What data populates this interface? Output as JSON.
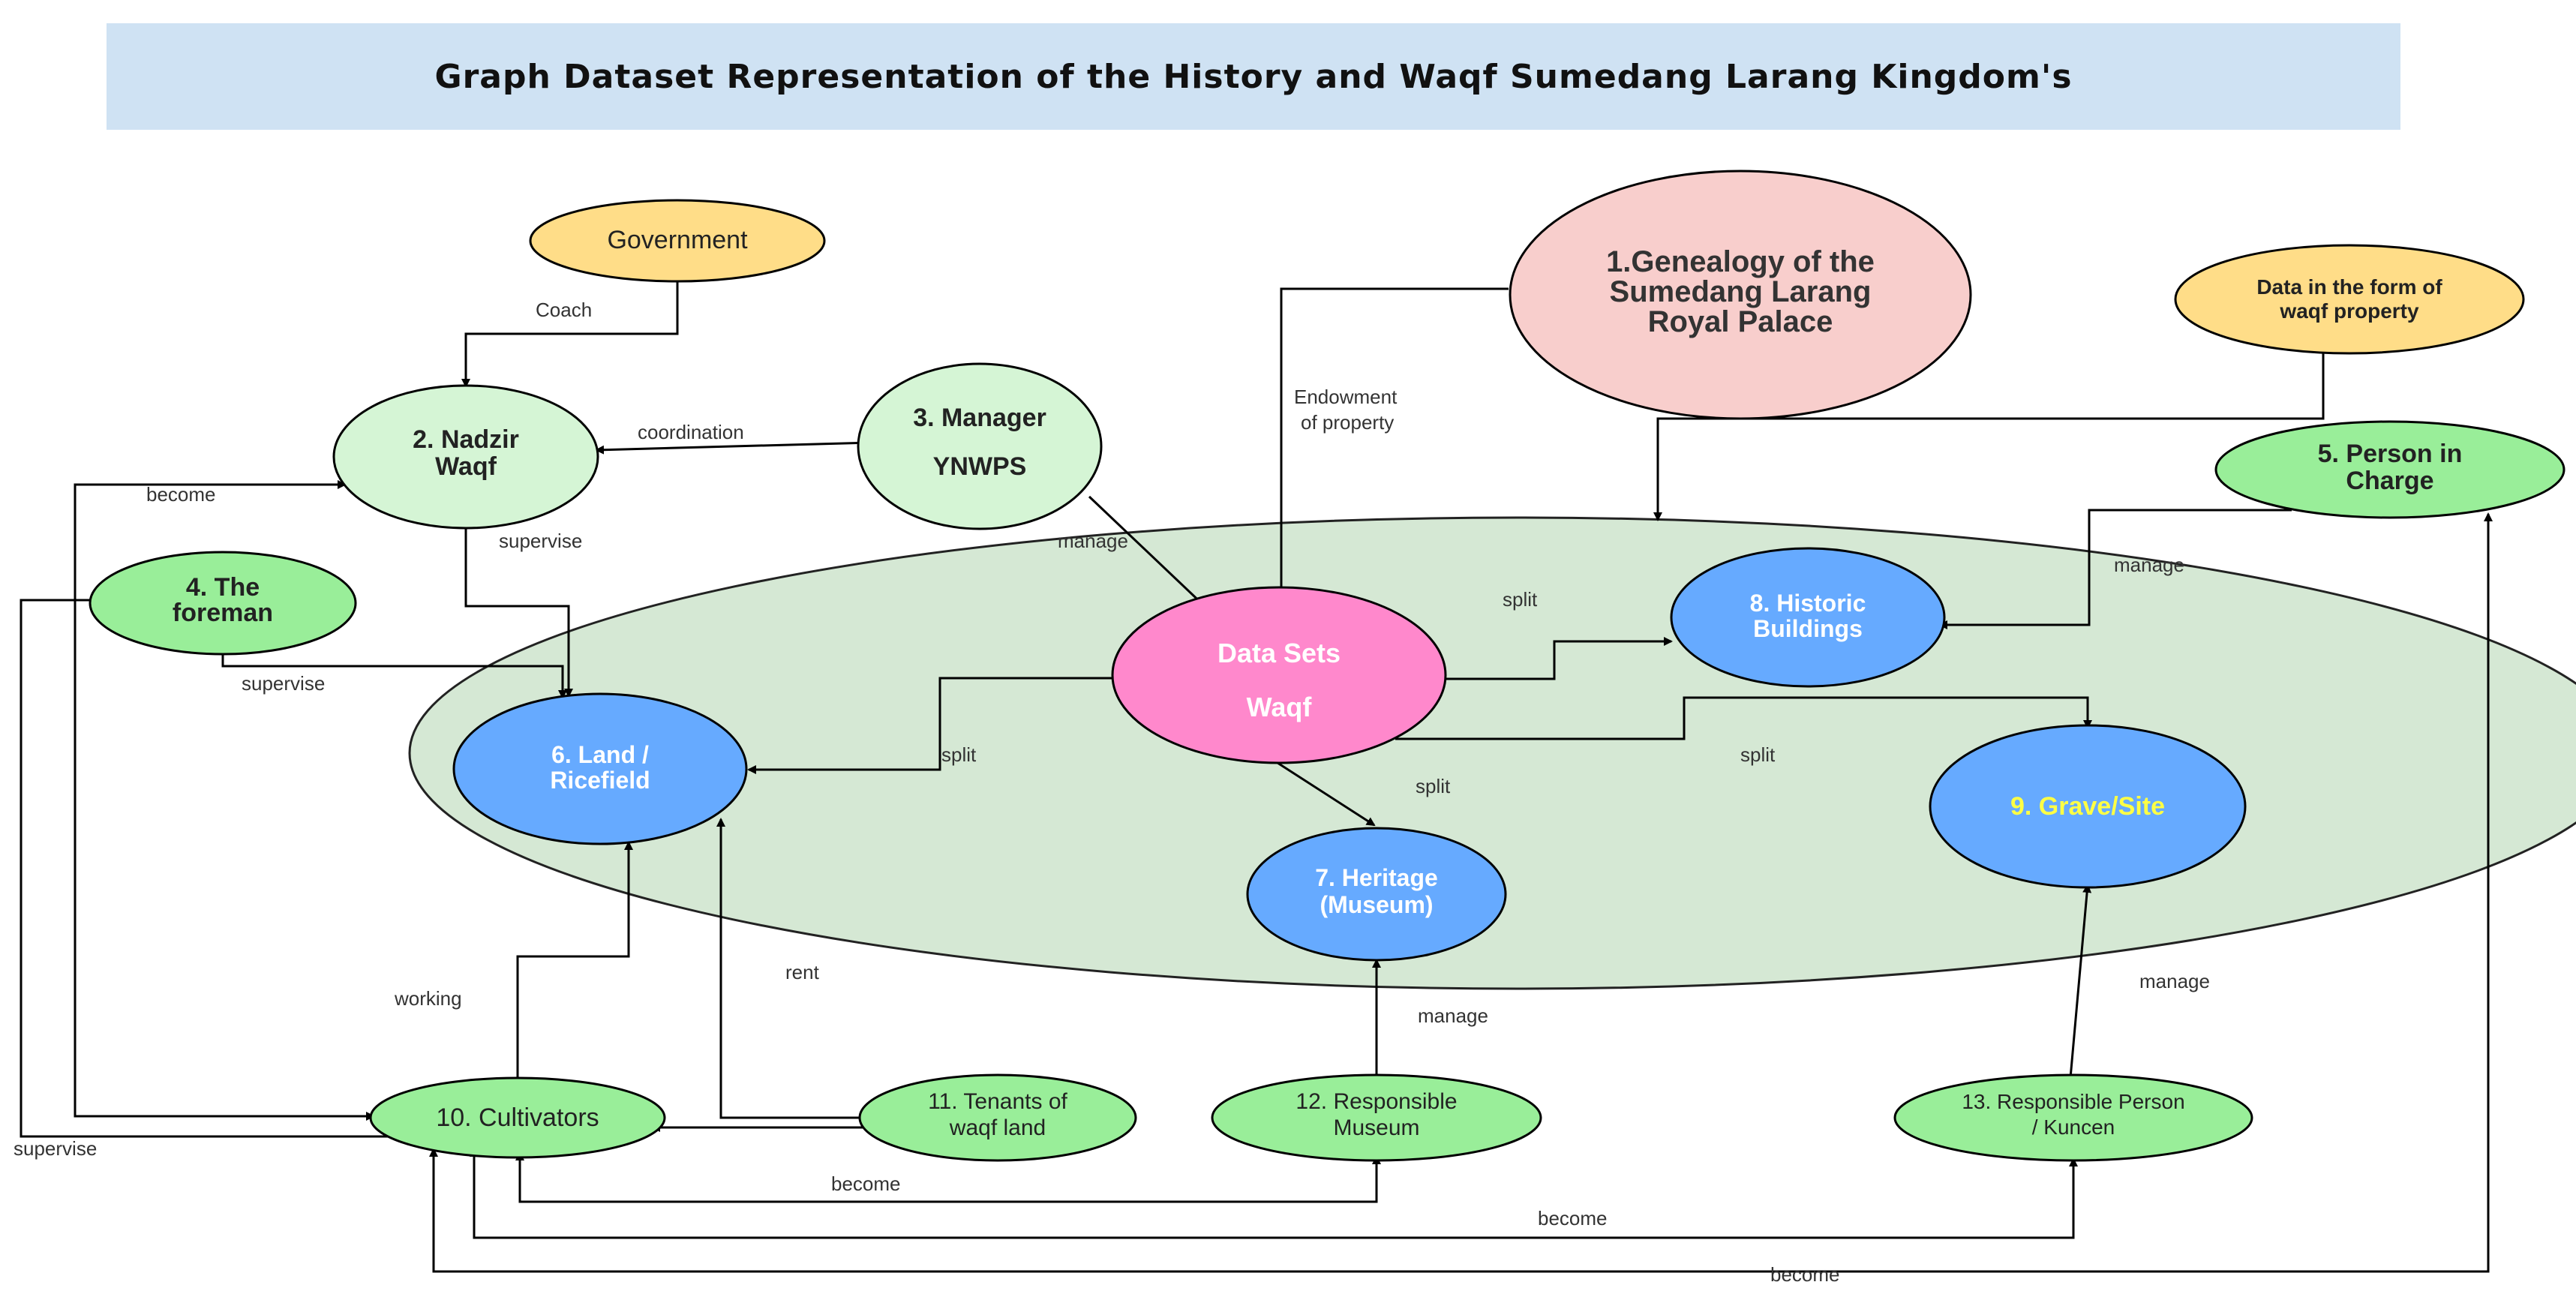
{
  "title": "Graph Dataset Representation of the History and Waqf Sumedang Larang Kingdom's",
  "colors": {
    "title_band": "#cfe2f3",
    "cluster": "#d5e8d4",
    "light_green": "#d5f5d5",
    "green": "#99ee99",
    "orange": "#ffdd88",
    "pink_light": "#f8cecc",
    "pink": "#ff88cc",
    "blue": "#66aaff",
    "white_text": "#ffffff",
    "yellow_text": "#ffff44"
  },
  "nodes": {
    "government": "Government",
    "genealogy": [
      "1.Genealogy of the",
      "Sumedang Larang",
      "Royal Palace"
    ],
    "nadzir": [
      "2. Nadzir",
      "Waqf"
    ],
    "manager": [
      "3. Manager",
      "YNWPS"
    ],
    "foreman": [
      "4. The",
      "foreman"
    ],
    "person_in_charge": [
      "5. Person in",
      "Charge"
    ],
    "waqf_property": [
      "Data in the form of",
      "waqf property"
    ],
    "land": [
      "6. Land /",
      "Ricefield"
    ],
    "heritage": [
      "7. Heritage",
      "(Museum)"
    ],
    "historic": [
      "8. Historic",
      "Buildings"
    ],
    "grave": "9. Grave/Site",
    "datasets": [
      "Data Sets",
      "Waqf"
    ],
    "cultivators": "10. Cultivators",
    "tenants": [
      "11. Tenants of",
      "waqf land"
    ],
    "resp_museum": [
      "12. Responsible",
      "Museum"
    ],
    "resp_person": [
      "13. Responsible Person",
      "/ Kuncen"
    ]
  },
  "edges": {
    "coach": "Coach",
    "coordination": "coordination",
    "become": "become",
    "supervise": "supervise",
    "manage": "manage",
    "endowment": [
      "Endowment",
      "of property"
    ],
    "split": "split",
    "working": "working",
    "rent": "rent"
  }
}
